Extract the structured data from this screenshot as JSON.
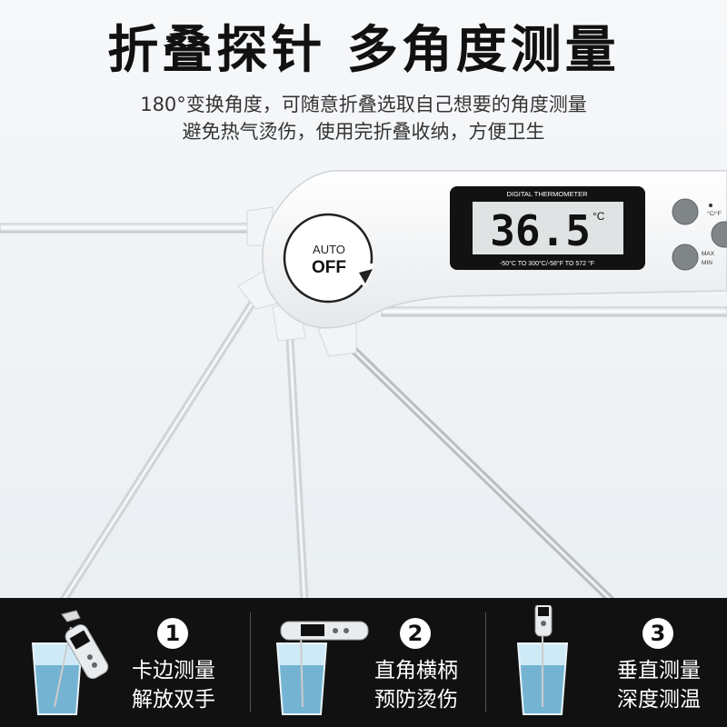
{
  "header": {
    "title": "折叠探针 多角度测量",
    "subtitle_lines": [
      "180°变换角度，可随意折叠选取自己想要的角度测量",
      "避免热气烫伤，使用完折叠收纳，方便卫生"
    ]
  },
  "device": {
    "auto_label": "AUTO",
    "off_label": "OFF",
    "lcd_header": "DIGITAL THERMOMETER",
    "reading": "36.5",
    "unit": "°C",
    "range_text": "-50°C TO 300°C/-58°F TO 572 °F",
    "btn1_label": "°C/°F",
    "btn2_label_1": "MAX",
    "btn2_label_2": "MIN"
  },
  "steps": [
    {
      "number": "1",
      "line1": "卡边测量",
      "line2": "解放双手"
    },
    {
      "number": "2",
      "line1": "直角横柄",
      "line2": "预防烫伤"
    },
    {
      "number": "3",
      "line1": "垂直测量",
      "line2": "深度测温"
    }
  ],
  "colors": {
    "accent": "#111111",
    "panel": "#111111",
    "water": "#7fc7e8"
  }
}
